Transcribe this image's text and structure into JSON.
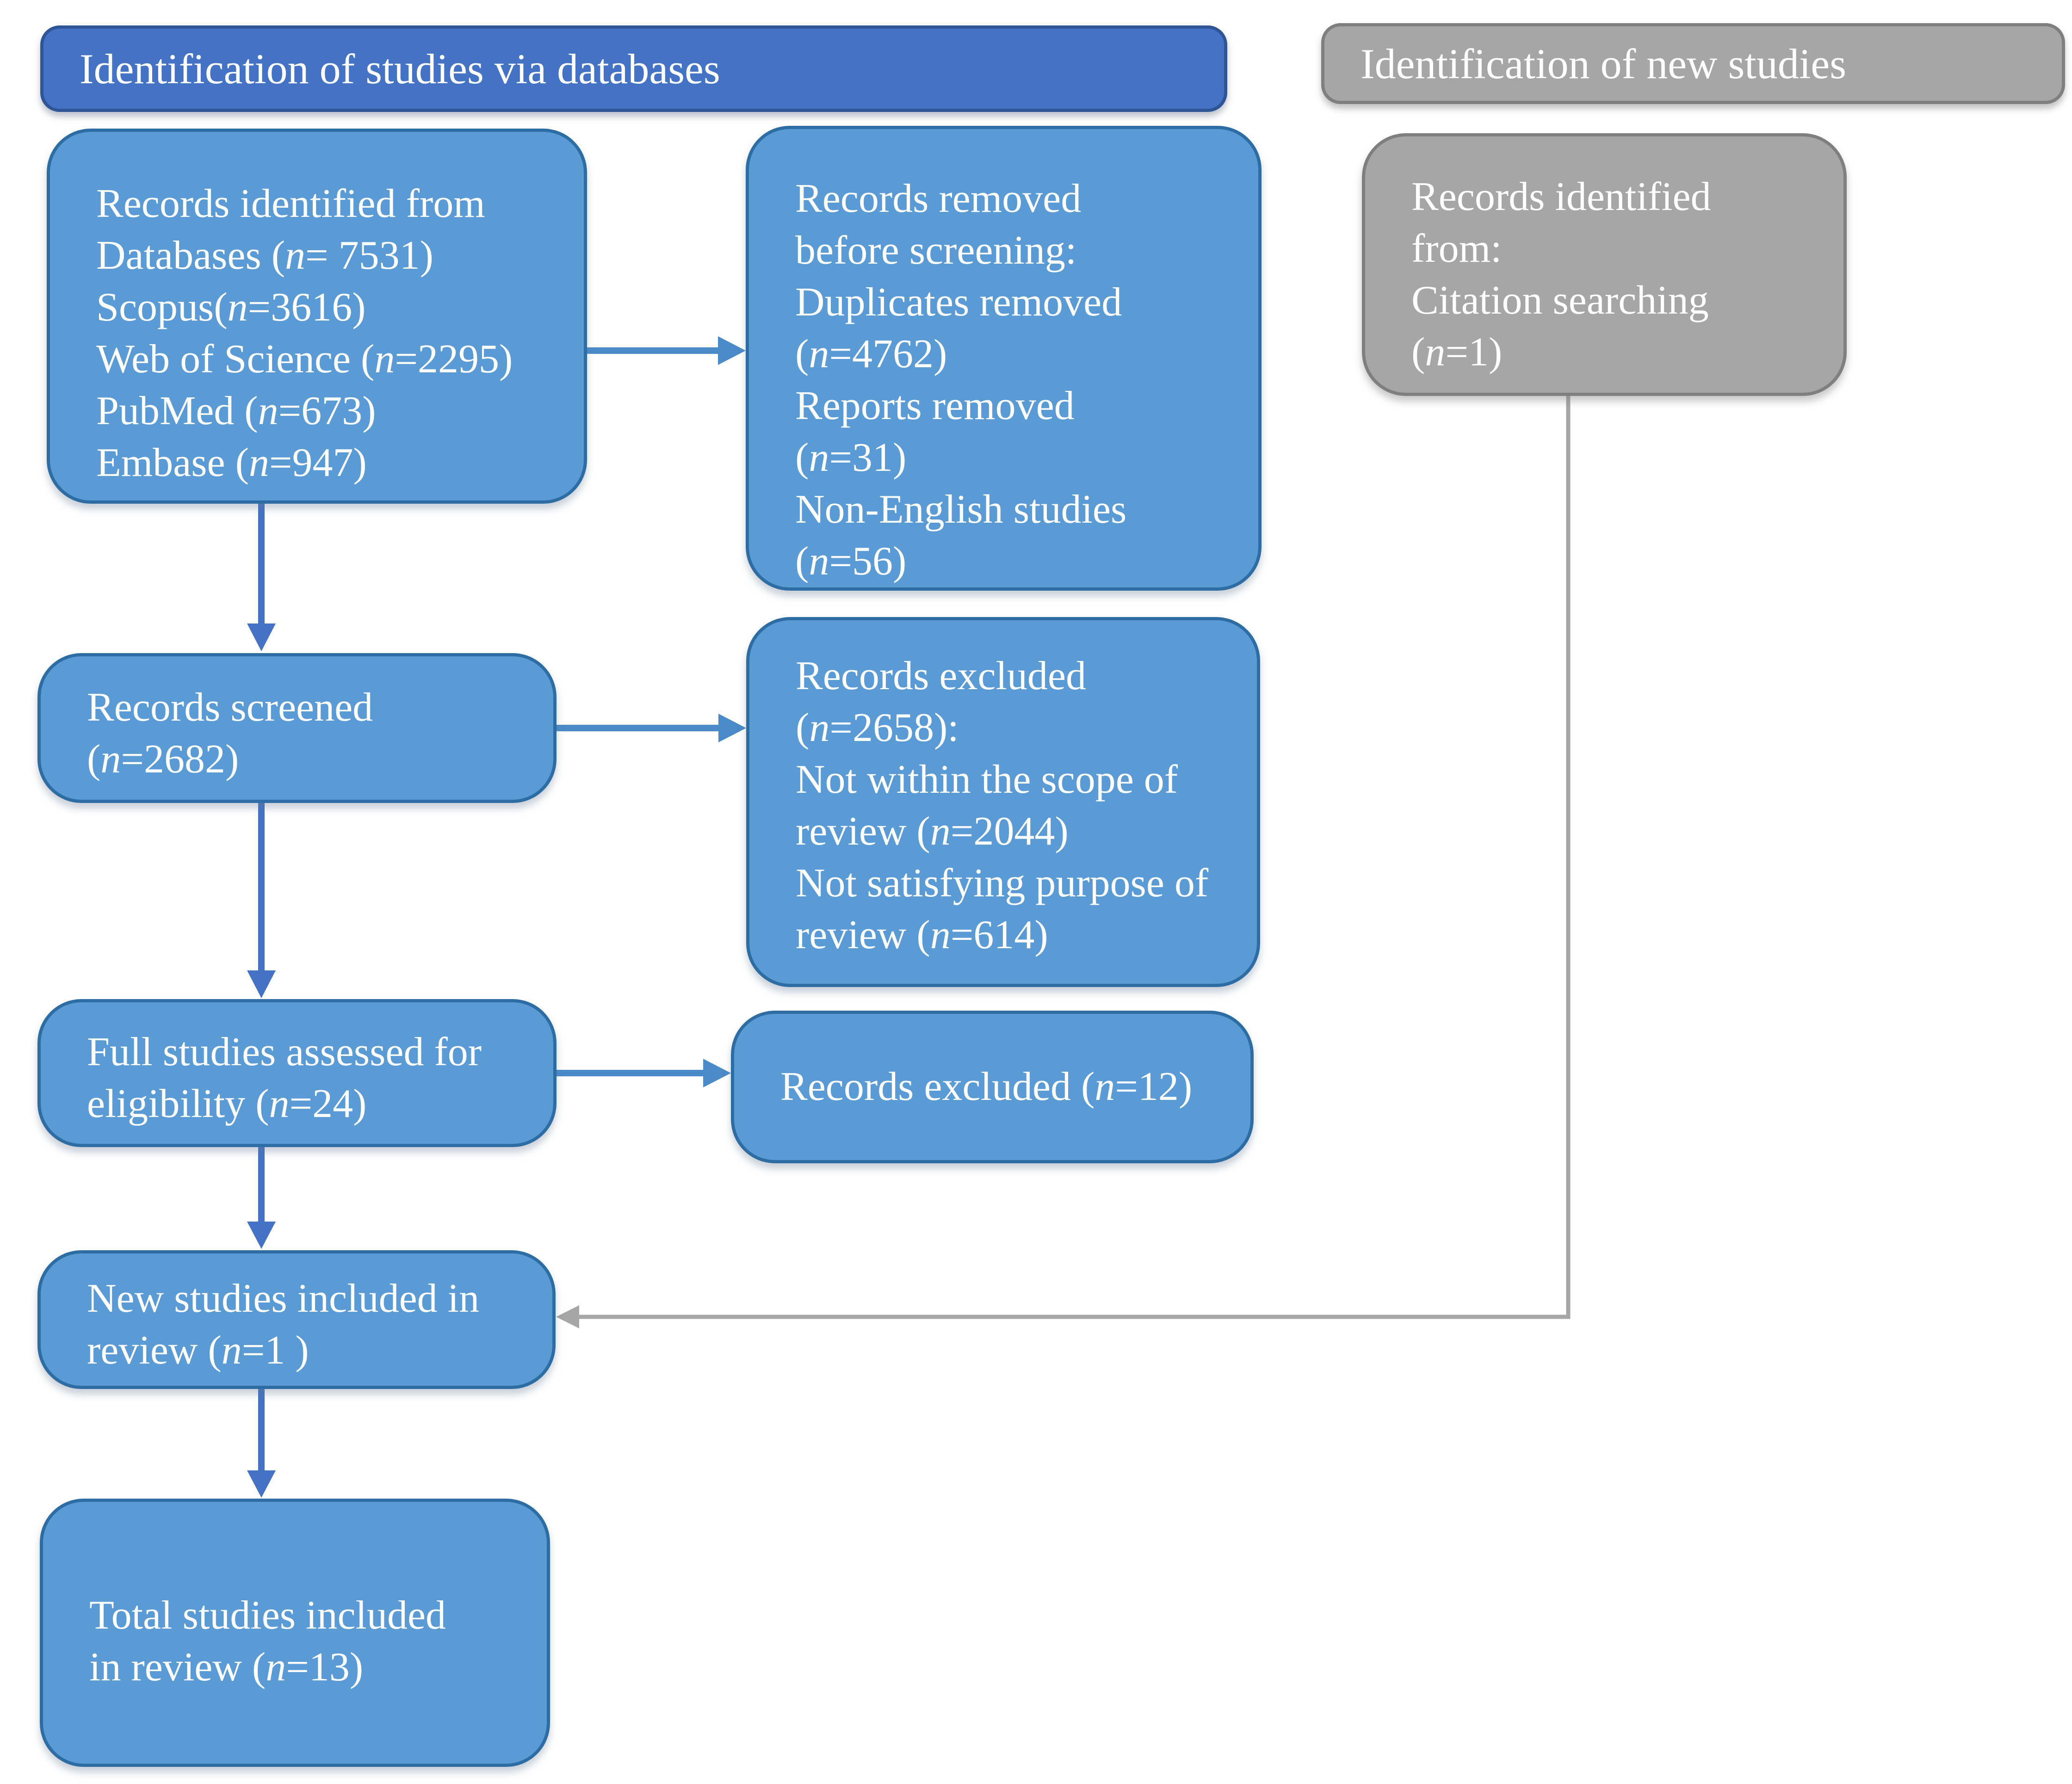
{
  "theme": {
    "header_blue": "#4472c4",
    "header_blue_border": "#2f5597",
    "box_blue": "#5b9bd5",
    "box_blue_border": "#2e6da4",
    "gray_fill": "#a6a6a6",
    "gray_border": "#7f7f7f",
    "arrow_blue": "#4472c4",
    "arrow_blue_light": "#4a8ac9",
    "arrow_gray": "#a6a6a6",
    "text_white": "#ffffff"
  },
  "headers": {
    "databases": "Identification of studies via databases",
    "new_studies": "Identification of new studies"
  },
  "boxes": {
    "identification": {
      "lines": [
        "Records identified from",
        "Databases (n= 7531)",
        "Scopus(n=3616)",
        "Web of Science (n=2295)",
        "PubMed (n=673)",
        "Embase (n=947)"
      ]
    },
    "removed_before_screening": {
      "lines": [
        "Records removed",
        "before screening:",
        "Duplicates removed",
        "(n=4762)",
        "Reports removed",
        "(n=31)",
        "Non-English studies",
        "(n=56)"
      ]
    },
    "citation": {
      "lines": [
        "Records identified",
        "from:",
        "Citation searching",
        "(n=1)"
      ]
    },
    "screened": {
      "lines": [
        "Records screened",
        "(n=2682)"
      ]
    },
    "excluded_screening": {
      "lines": [
        "Records excluded",
        "(n=2658):",
        "Not within the scope of",
        "review (n=2044)",
        "Not satisfying purpose of",
        "review (n=614)"
      ]
    },
    "full_assessed": {
      "lines": [
        "Full studies assessed for",
        "eligibility (n=24)"
      ]
    },
    "excluded_full": {
      "lines": [
        "Records excluded (n=12)"
      ]
    },
    "new_included": {
      "lines": [
        "New studies included in",
        "review (n=1 )"
      ]
    },
    "total_included": {
      "lines": [
        "Total studies included",
        "in review (n=13)"
      ]
    }
  }
}
